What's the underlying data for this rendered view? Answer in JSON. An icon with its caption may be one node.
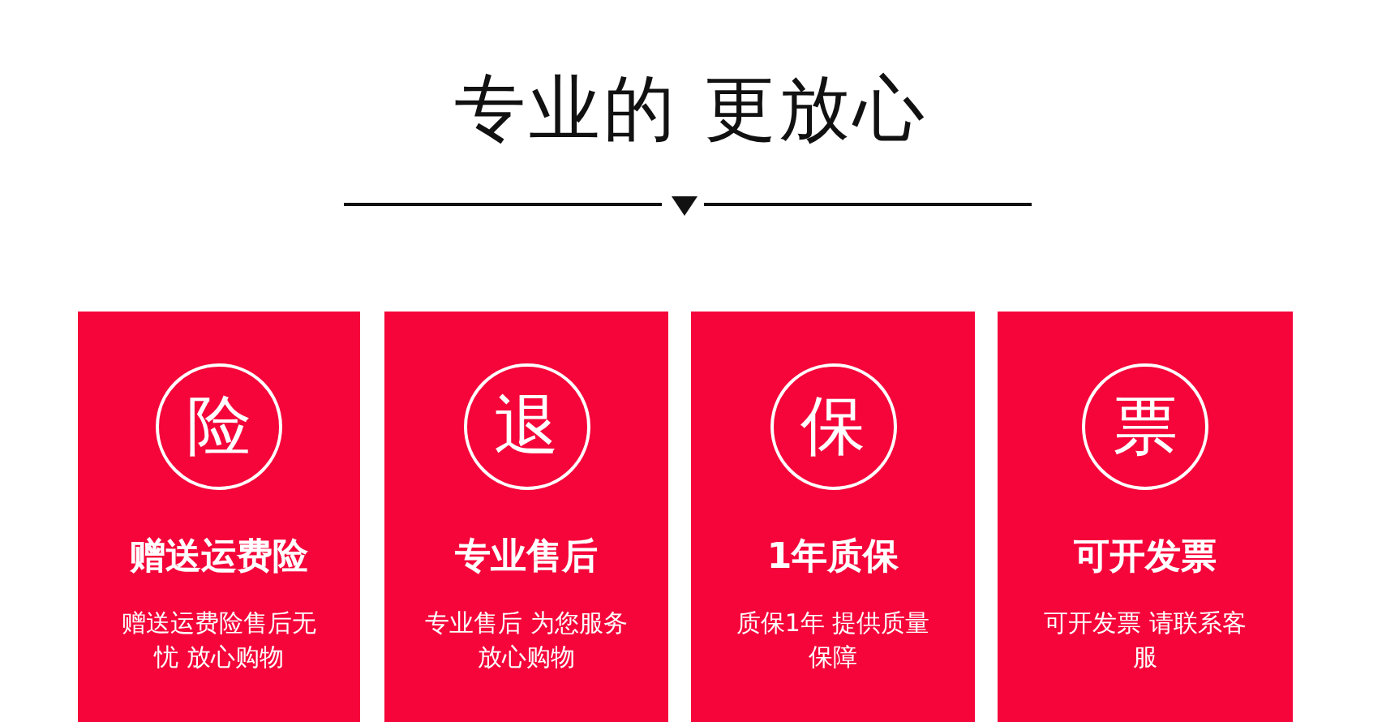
{
  "diagram": {
    "title": "专业的 更放心",
    "nodes": [
      {
        "text": [
          "险",
          "赠送运费险",
          "赠送运费险售后无忧 放心购物"
        ]
      },
      {
        "text": [
          "退",
          "专业售后",
          "专业售后 为您服务放心购物"
        ]
      },
      {
        "text": [
          "保",
          "1年质保",
          "质保1年 提供质量保障"
        ]
      },
      {
        "text": [
          "票",
          "可开发票",
          "可开发票 请联系客服"
        ]
      }
    ],
    "edges": []
  }
}
